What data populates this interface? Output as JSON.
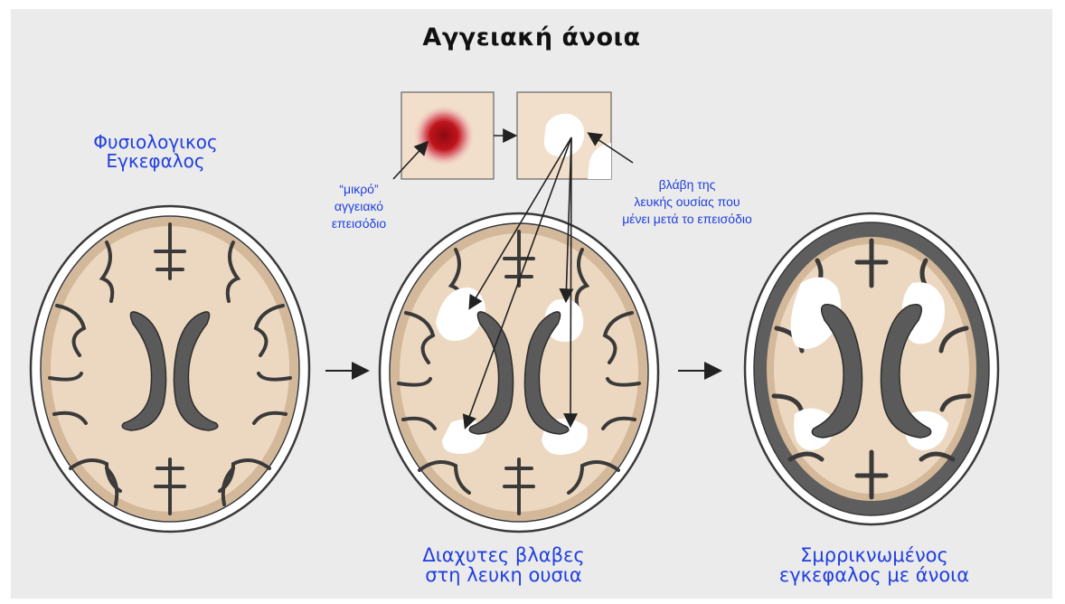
{
  "title": "Αγγειακή άνοια",
  "labels": {
    "normal_brain_line1": "Φυσιολογικος",
    "normal_brain_line2": "Εγκεφαλος",
    "micro_event_line1": "“μικρό”",
    "micro_event_line2": "αγγειακό",
    "micro_event_line3": "επεισόδιο",
    "wm_damage_line1": "βλάβη της",
    "wm_damage_line2": "λευκής ουσίας που",
    "wm_damage_line3": "μένει μετά το επεισόδιο",
    "diffuse_line1": "Διαχυτες βλαβες",
    "diffuse_line2": "στη λευκη ουσια",
    "atrophy_line1": "Σμρρικνωμένος",
    "atrophy_line2": "εγκεφαλος με άνοια"
  },
  "colors": {
    "background": "#ebebeb",
    "label_blue": "#1f3fe0",
    "brain_tissue": "#ecd8c0",
    "cortex_rim": "#d4b89a",
    "outline": "#3a3a3a",
    "ventricle": "#5a5a5a",
    "lesion_red": "#c0141c",
    "lesion_white": "#ffffff"
  },
  "icons": [
    "arrow-right-icon",
    "arrow-right-icon",
    "arrow-right-icon"
  ]
}
